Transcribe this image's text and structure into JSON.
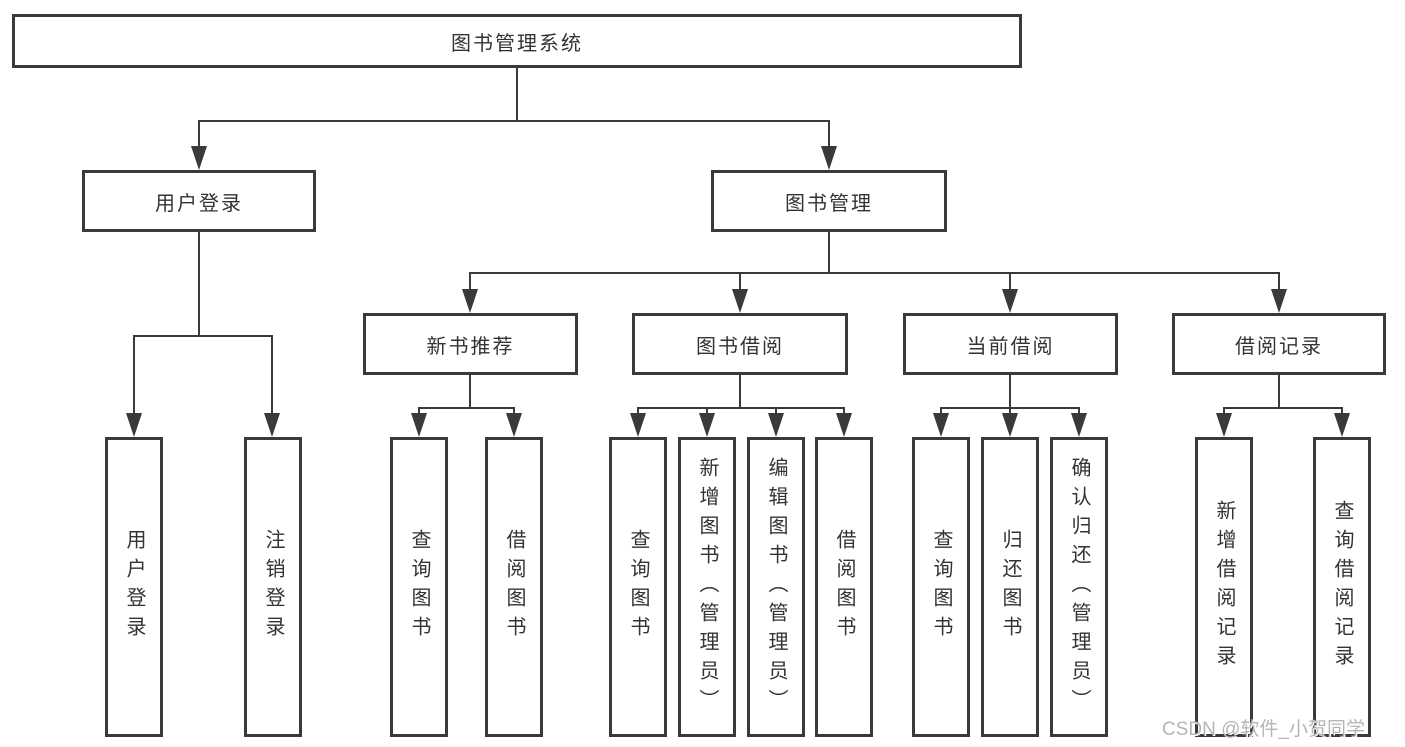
{
  "diagram": {
    "root": {
      "label": "图书管理系统"
    },
    "level2": [
      {
        "label": "用户登录"
      },
      {
        "label": "图书管理"
      }
    ],
    "level3": [
      {
        "label": "新书推荐"
      },
      {
        "label": "图书借阅"
      },
      {
        "label": "当前借阅"
      },
      {
        "label": "借阅记录"
      }
    ],
    "leaves": {
      "user_login": [
        "用户登录",
        "注销登录"
      ],
      "new_books": [
        "查询图书",
        "借阅图书"
      ],
      "book_borrowing": [
        "查询图书",
        "新增图书（管理员）",
        "编辑图书（管理员）",
        "借阅图书"
      ],
      "current_borrowing": [
        "查询图书",
        "归还图书",
        "确认归还（管理员）"
      ],
      "borrowing_records": [
        "新增借阅记录",
        "查询借阅记录"
      ]
    }
  },
  "watermark": {
    "text": "CSDN @软件_小贺同学",
    "color": "#b5b5b5"
  },
  "colors": {
    "line": "#3a3a3a",
    "text": "#333333",
    "background": "#ffffff"
  }
}
